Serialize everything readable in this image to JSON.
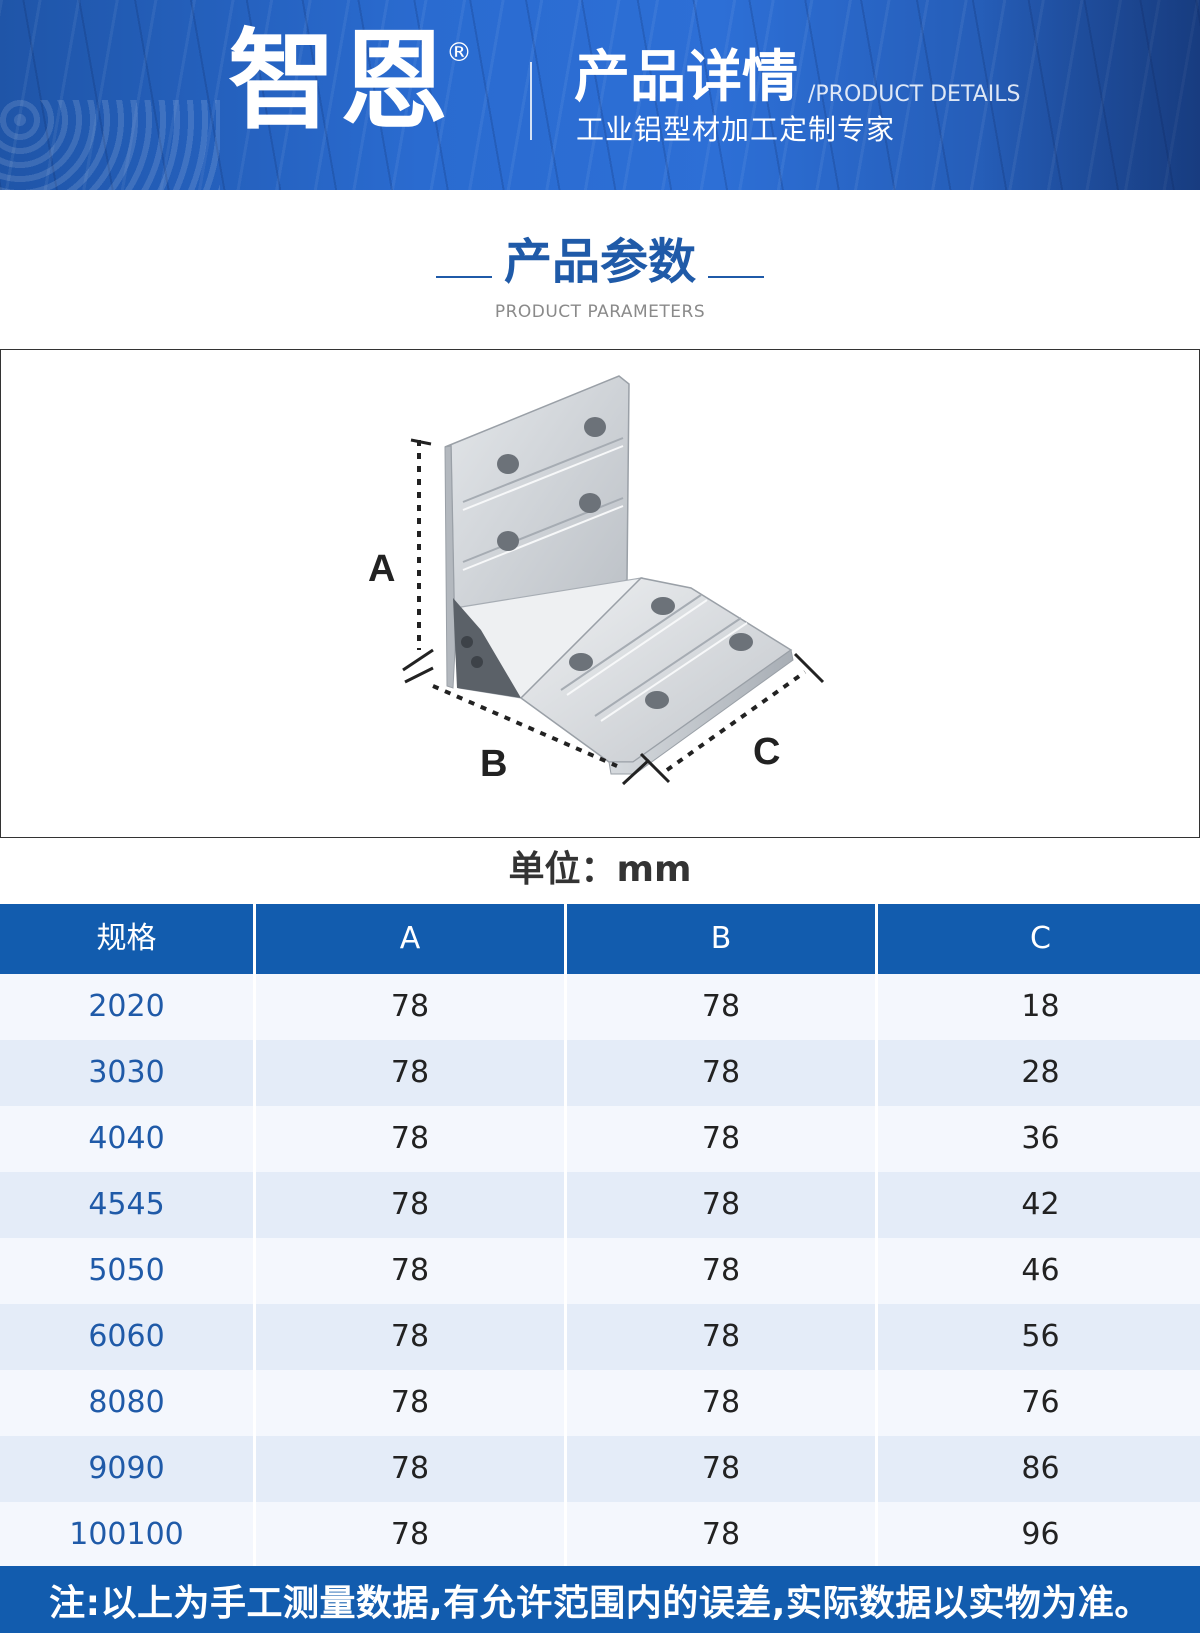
{
  "header": {
    "brand": "智恩",
    "registered_mark": "®",
    "title": "产品详情",
    "title_en": "/PRODUCT DETAILS",
    "subtitle": "工业铝型材加工定制专家"
  },
  "section": {
    "title": "产品参数",
    "subtitle": "PRODUCT PARAMETERS"
  },
  "diagram": {
    "label_a": "A",
    "label_b": "B",
    "label_c": "C"
  },
  "unit_label": "单位：mm",
  "table": {
    "headers": [
      "规格",
      "A",
      "B",
      "C"
    ],
    "rows": [
      [
        "2020",
        "78",
        "78",
        "18"
      ],
      [
        "3030",
        "78",
        "78",
        "28"
      ],
      [
        "4040",
        "78",
        "78",
        "36"
      ],
      [
        "4545",
        "78",
        "78",
        "42"
      ],
      [
        "5050",
        "78",
        "78",
        "46"
      ],
      [
        "6060",
        "78",
        "78",
        "56"
      ],
      [
        "8080",
        "78",
        "78",
        "76"
      ],
      [
        "9090",
        "78",
        "78",
        "86"
      ],
      [
        "100100",
        "78",
        "78",
        "96"
      ]
    ]
  },
  "footer_note": "注:以上为手工测量数据,有允许范围内的误差,实际数据以实物为准。",
  "colors": {
    "brand_blue": "#125cae",
    "title_blue": "#1f5aa8"
  }
}
